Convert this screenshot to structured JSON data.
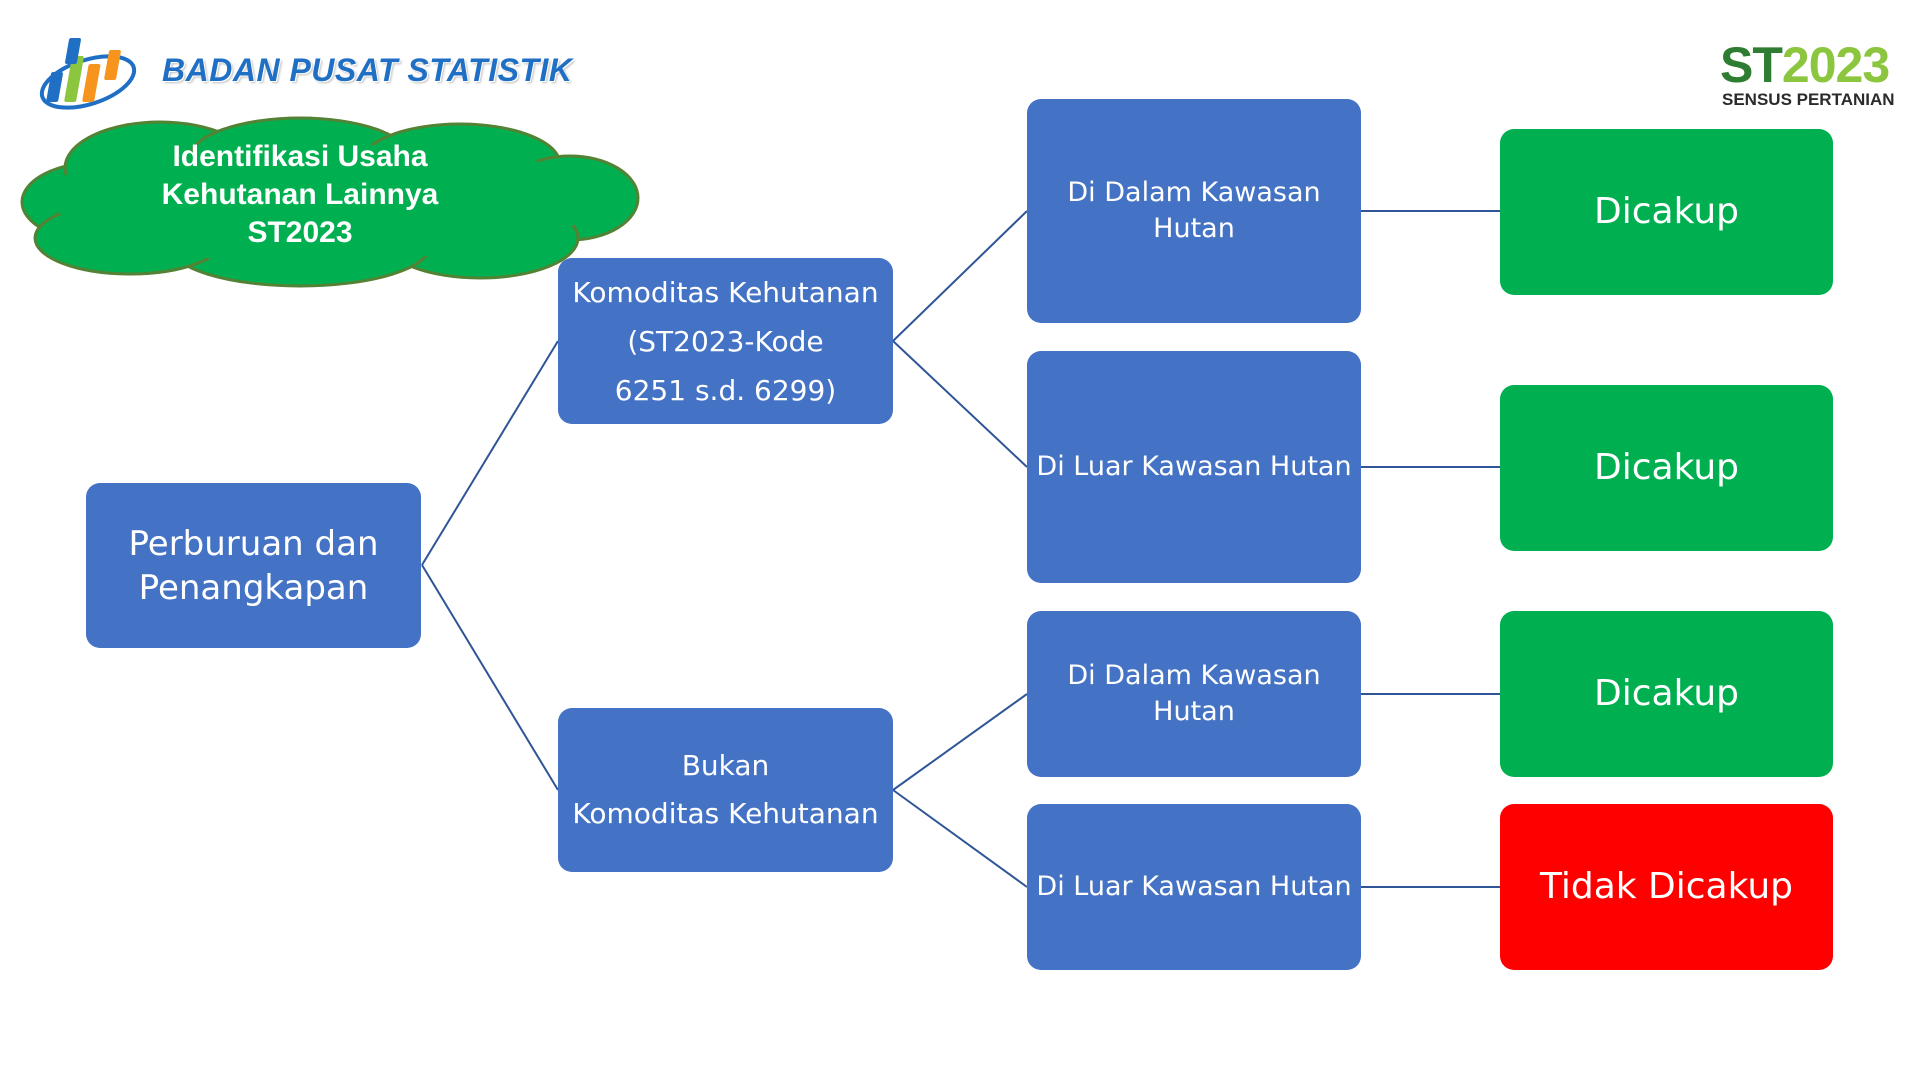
{
  "header": {
    "org_name": "BADAN PUSAT STATISTIK",
    "census_logo": {
      "year_prefix": "ST",
      "year_digits": "2023",
      "subtitle": "SENSUS PERTANIAN"
    }
  },
  "cloud": {
    "title": "Identifikasi Usaha\nKehutanan Lainnya\nST2023"
  },
  "diagram": {
    "root": "Perburuan dan\nPenangkapan",
    "branches": [
      {
        "label": "Komoditas Kehutanan\n(ST2023-Kode\n6251 s.d. 6299)",
        "children": [
          {
            "label": "Di Dalam Kawasan\nHutan",
            "result": "Dicakup",
            "status": "covered"
          },
          {
            "label": "Di Luar Kawasan Hutan",
            "result": "Dicakup",
            "status": "covered"
          }
        ]
      },
      {
        "label": "Bukan\nKomoditas Kehutanan",
        "children": [
          {
            "label": "Di Dalam Kawasan\nHutan",
            "result": "Dicakup",
            "status": "covered"
          },
          {
            "label": "Di Luar Kawasan Hutan",
            "result": "Tidak Dicakup",
            "status": "not-covered"
          }
        ]
      }
    ]
  },
  "colors": {
    "node_blue": "#4472c4",
    "covered_green": "#00b050",
    "not_covered_red": "#ff0000",
    "connector": "#2f5597",
    "cloud_fill": "#00b050",
    "cloud_outline": "#548235"
  }
}
